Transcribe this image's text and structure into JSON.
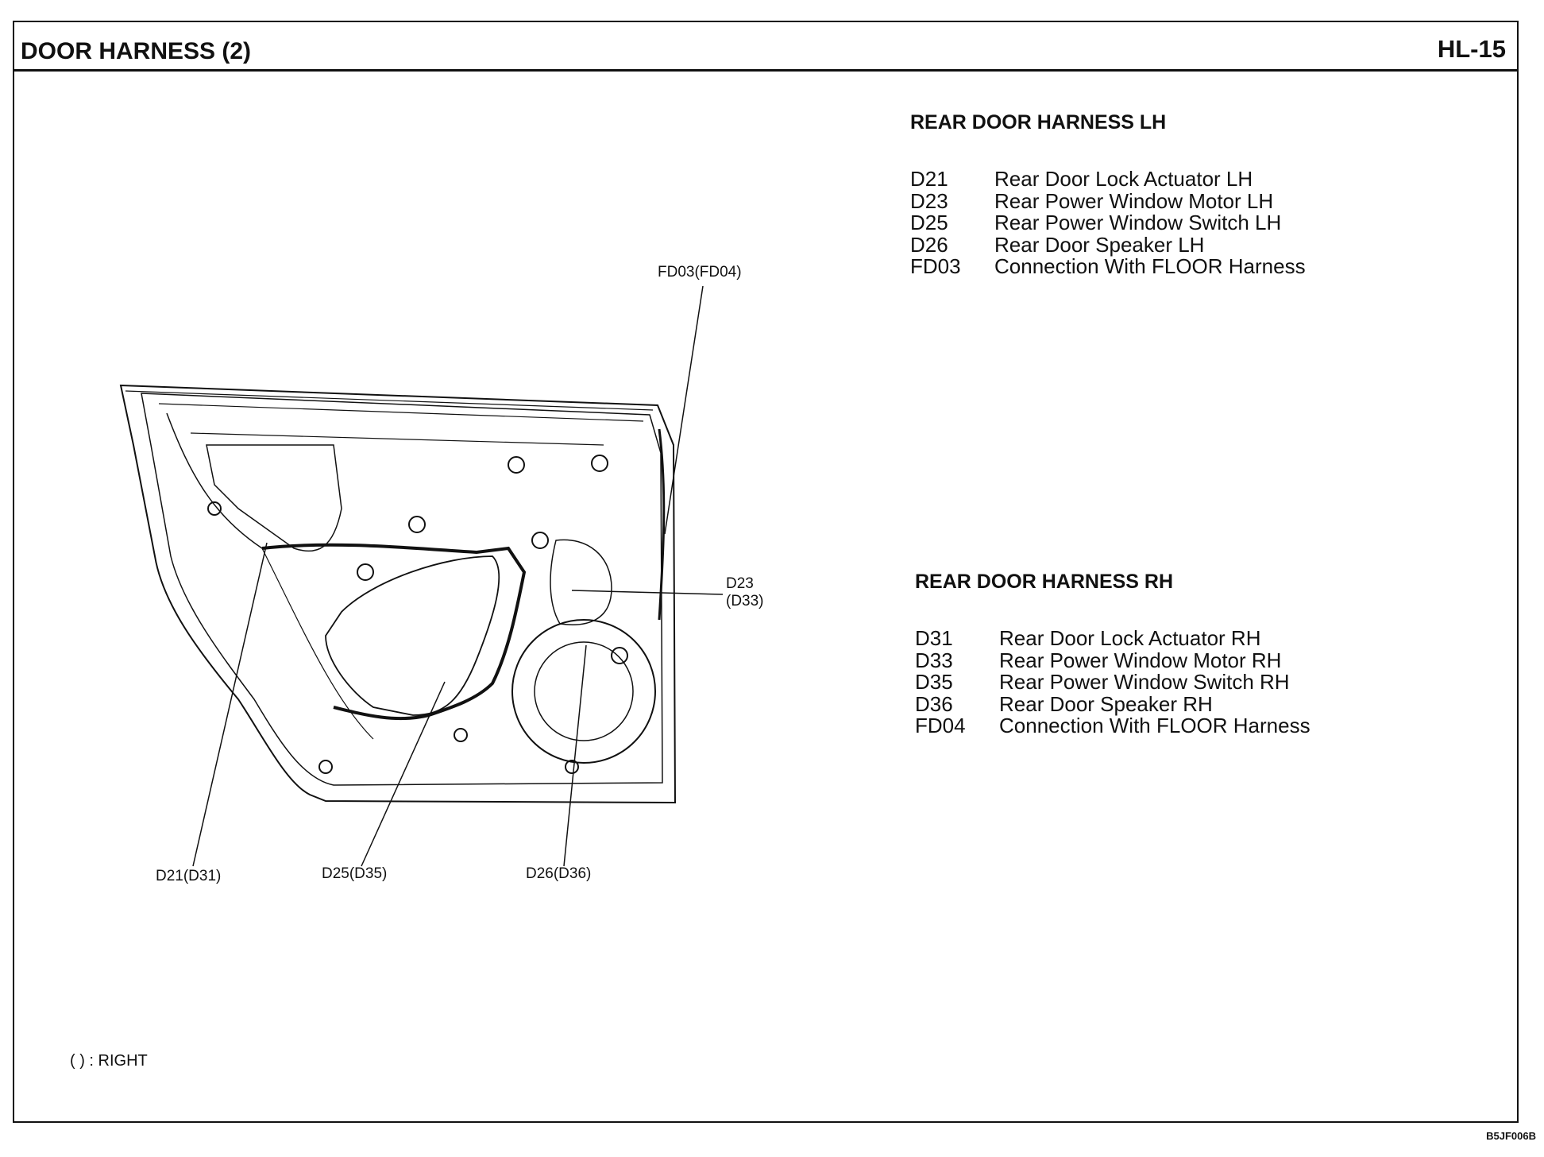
{
  "header": {
    "title": "DOOR HARNESS (2)",
    "page": "HL-15"
  },
  "legend_lh": {
    "title": "REAR DOOR HARNESS LH",
    "items": [
      {
        "code": "D21",
        "desc": "Rear Door Lock Actuator LH"
      },
      {
        "code": "D23",
        "desc": "Rear Power Window Motor LH"
      },
      {
        "code": "D25",
        "desc": "Rear Power Window Switch LH"
      },
      {
        "code": "D26",
        "desc": "Rear Door Speaker LH"
      },
      {
        "code": "FD03",
        "desc": "Connection With FLOOR Harness"
      }
    ]
  },
  "legend_rh": {
    "title": "REAR DOOR HARNESS RH",
    "items": [
      {
        "code": "D31",
        "desc": "Rear Door Lock Actuator RH"
      },
      {
        "code": "D33",
        "desc": "Rear Power Window Motor RH"
      },
      {
        "code": "D35",
        "desc": "Rear Power Window Switch RH"
      },
      {
        "code": "D36",
        "desc": "Rear Door Speaker RH"
      },
      {
        "code": "FD04",
        "desc": "Connection With FLOOR Harness"
      }
    ]
  },
  "callouts": {
    "fd03": "FD03(FD04)",
    "d23_line1": "D23",
    "d23_line2": "(D33)",
    "d21": "D21(D31)",
    "d25": "D25(D35)",
    "d26": "D26(D36)"
  },
  "note": "(   ) : RIGHT",
  "figure_code": "B5JF006B"
}
